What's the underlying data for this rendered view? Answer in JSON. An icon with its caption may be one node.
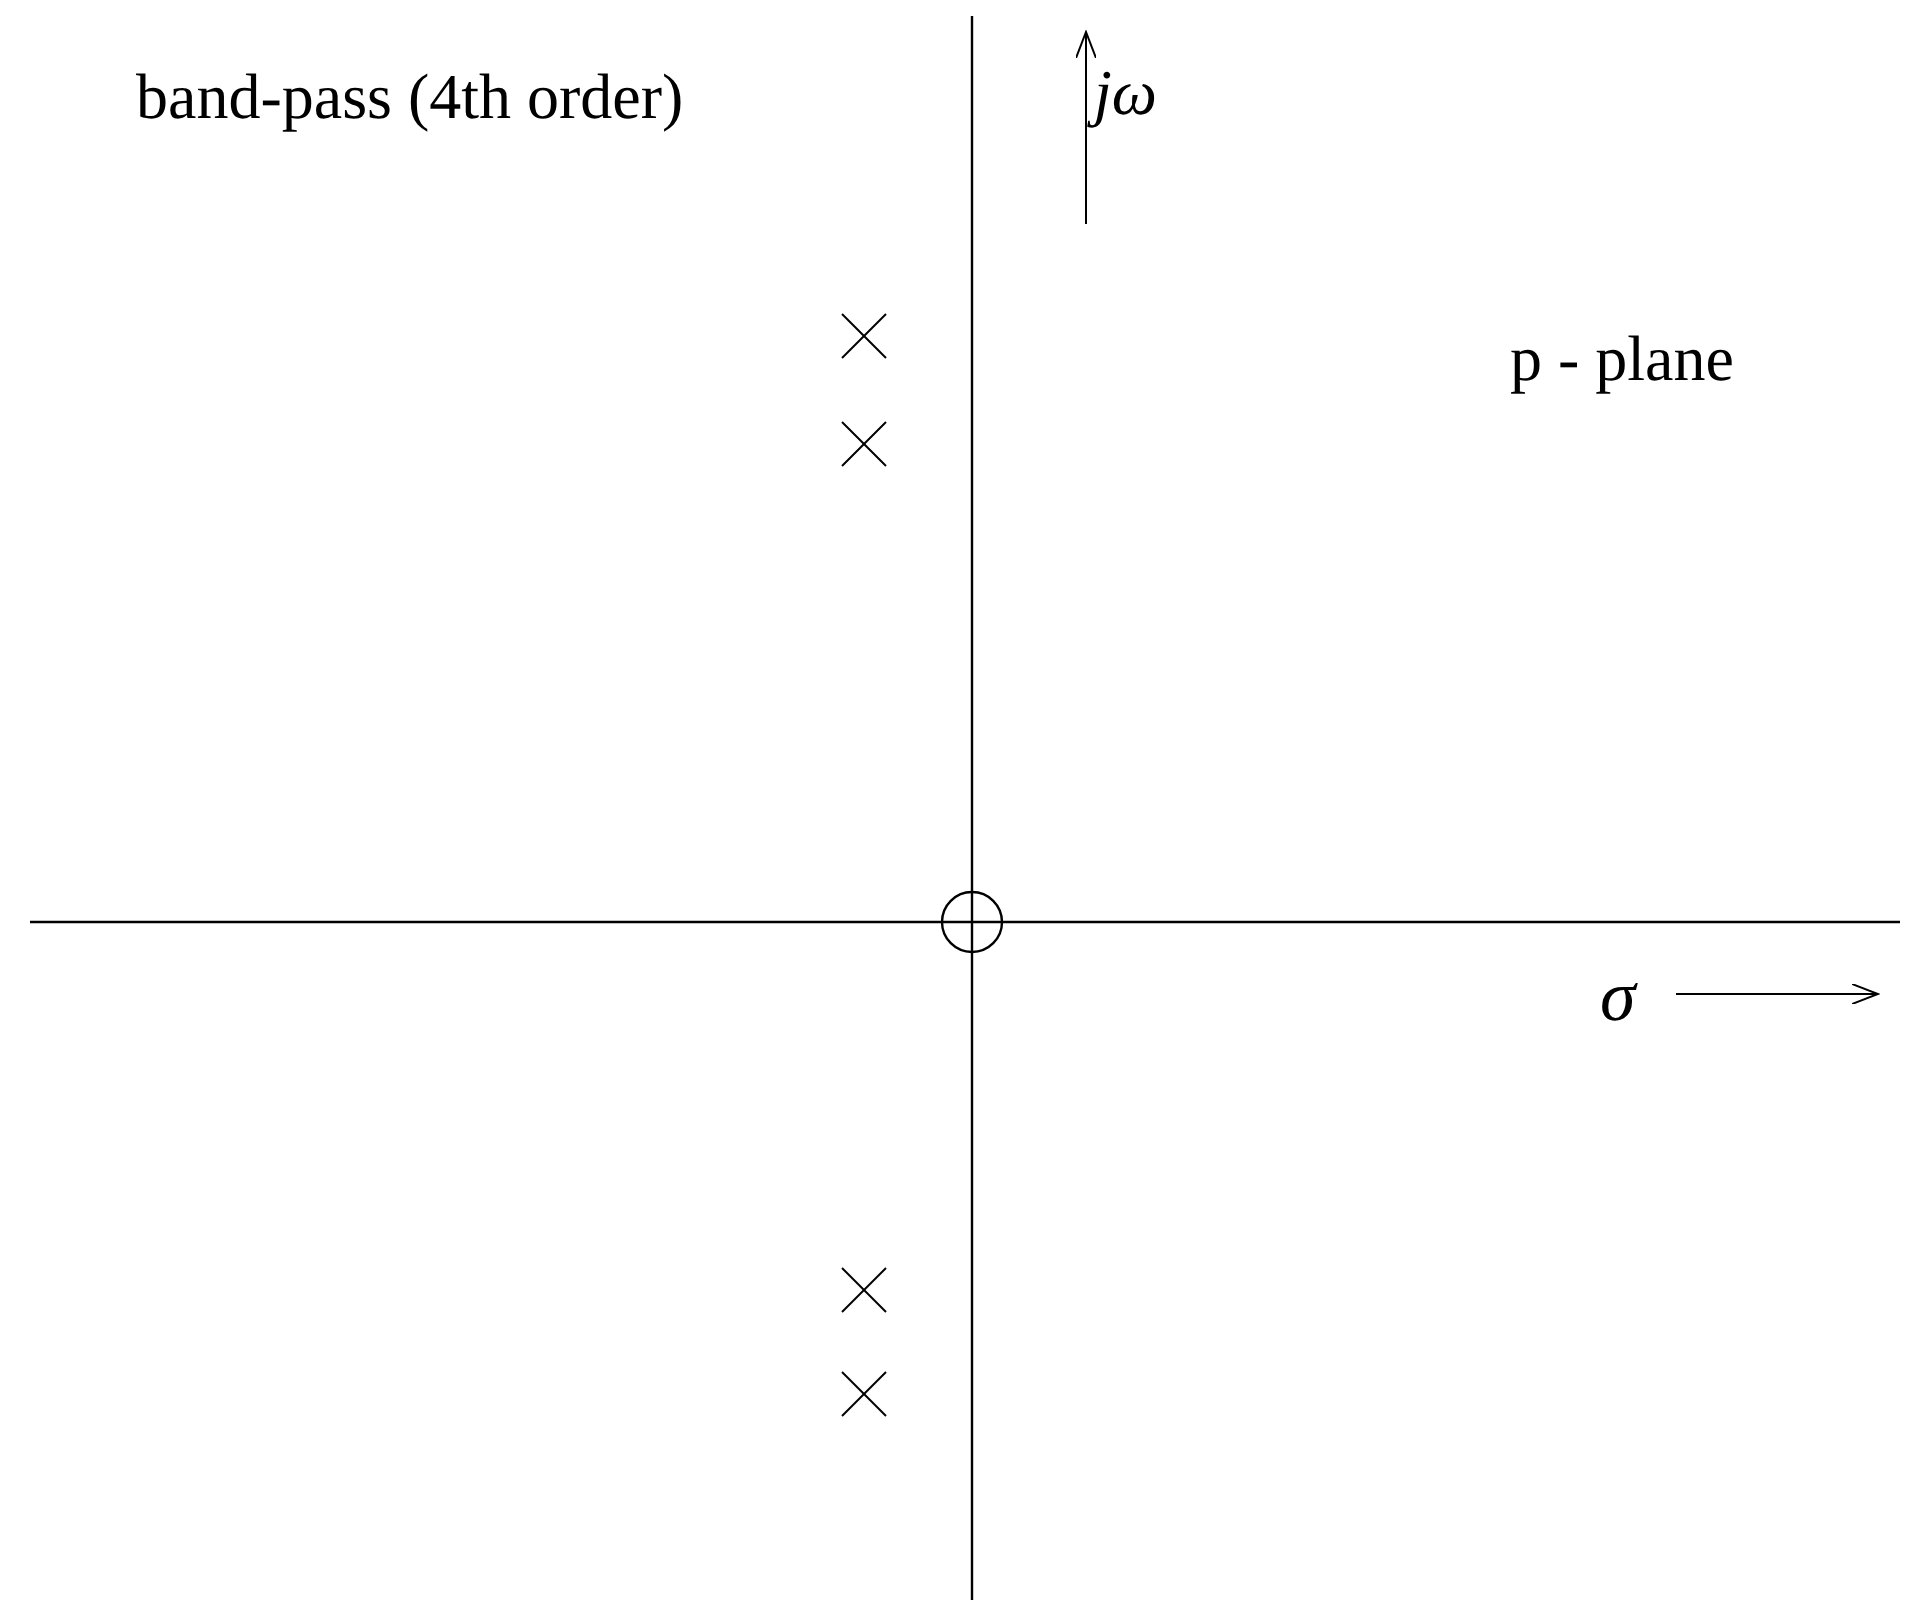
{
  "diagram": {
    "labels": [
      "band-pass (4th order)",
      "jω",
      "p - plane",
      "σ"
    ]
  }
}
